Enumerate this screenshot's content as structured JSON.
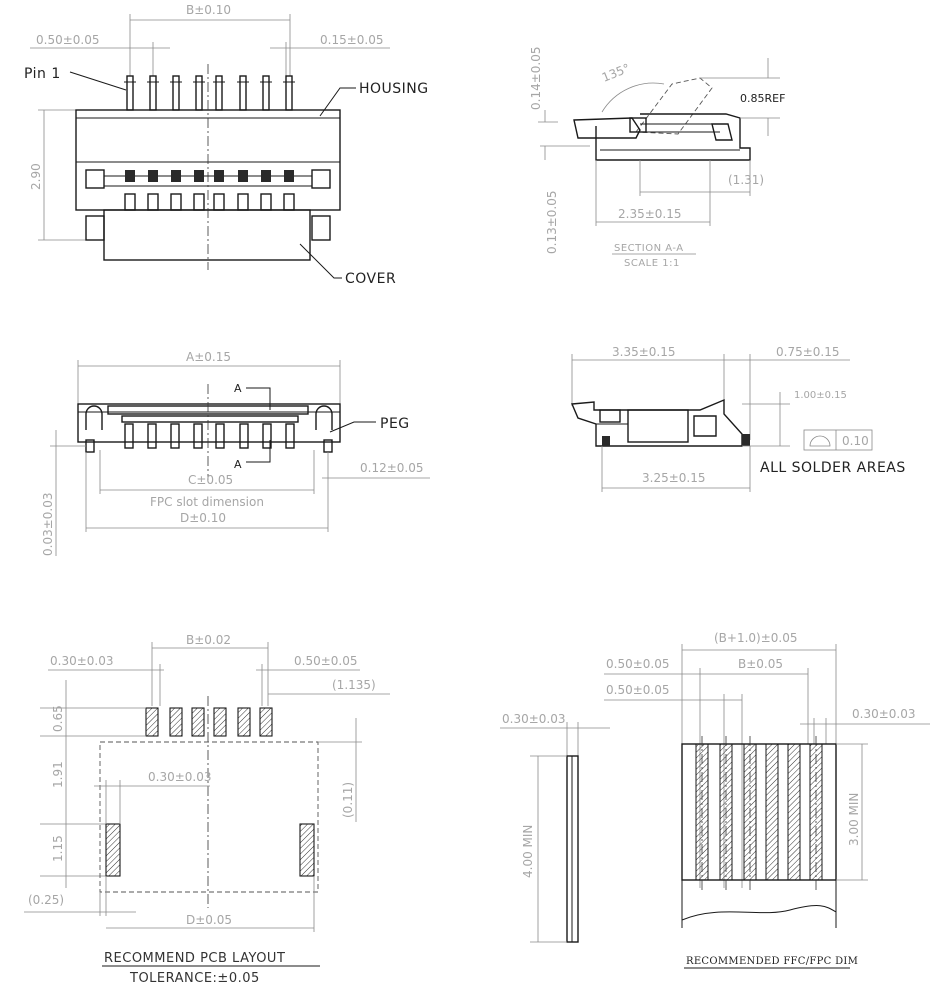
{
  "views": {
    "top": {
      "labels": {
        "pin1": "Pin 1",
        "housing": "HOUSING",
        "cover": "COVER"
      },
      "dims": {
        "b": "B±0.10",
        "pitch": "0.50±0.05",
        "pin_width": "0.15±0.05",
        "height": "2.90"
      }
    },
    "section": {
      "dims": {
        "d1": "0.14±0.05",
        "d2": "0.13±0.05",
        "angle": "135°",
        "ref": "0.85REF",
        "d3": "(1.31)",
        "d4": "2.35±0.15"
      },
      "title": "SECTION A-A",
      "scale": "SCALE 1:1"
    },
    "front": {
      "labels": {
        "peg": "PEG",
        "a_top": "A",
        "a_bottom": "A"
      },
      "dims": {
        "a": "A±0.15",
        "c": "C±0.05",
        "fpc_slot": "FPC slot dimension",
        "d": "D±0.10",
        "peg_off": "0.12±0.05",
        "coplanar": "0.03±0.03"
      }
    },
    "side": {
      "dims": {
        "d1": "3.35±0.15",
        "d2": "0.75±0.15",
        "d3": "1.00±0.15",
        "d4": "3.25±0.15",
        "tol": "0.10"
      },
      "labels": {
        "solder": "ALL SOLDER AREAS"
      }
    },
    "pcb": {
      "dims": {
        "b": "B±0.02",
        "pad_w": "0.30±0.03",
        "pitch": "0.50±0.05",
        "d1135": "(1.135)",
        "d065": "0.65",
        "d191": "1.91",
        "peg_w": "0.30±0.03",
        "d011": "(0.11)",
        "d115": "1.15",
        "d025": "(0.25)",
        "d": "D±0.05"
      },
      "title": "RECOMMEND PCB LAYOUT",
      "tolerance": "TOLERANCE:±0.05"
    },
    "ffc": {
      "dims": {
        "thick": "0.30±0.03",
        "len": "4.00 MIN",
        "b10": "(B+1.0)±0.05",
        "pitch1": "0.50±0.05",
        "b": "B±0.05",
        "pitch2": "0.50±0.05",
        "cond_w": "0.30±0.03",
        "len3": "3.00 MIN"
      },
      "title": "RECOMMENDED FFC/FPC DIM"
    }
  }
}
